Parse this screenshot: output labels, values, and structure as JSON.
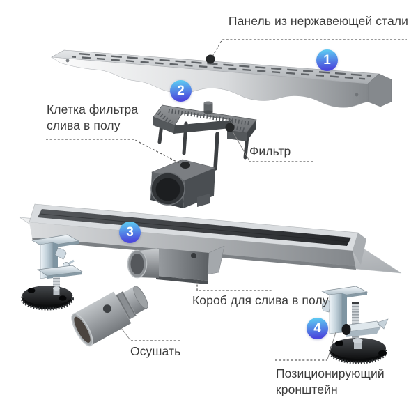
{
  "product_diagram": {
    "background": "#ffffff",
    "text_color": "#3b3b3b",
    "badge_gradient_top": "#5cc6f1",
    "badge_gradient_bottom": "#4b48dc",
    "badge_text_color": "#ffffff",
    "badges": [
      {
        "number": "1"
      },
      {
        "number": "2"
      },
      {
        "number": "3"
      },
      {
        "number": "4"
      }
    ],
    "labels": {
      "stainless_panel": "Панель из нержавеющей стали",
      "filter_cage_line1": "Клетка фильтра",
      "filter_cage_line2": "слива в полу",
      "filter": "Фильтр",
      "drain_box": "Короб для слива в полу",
      "drain": "Осушать",
      "positioning_bracket_line1": "Позиционирующий",
      "positioning_bracket_line2": "кронштейн"
    }
  }
}
